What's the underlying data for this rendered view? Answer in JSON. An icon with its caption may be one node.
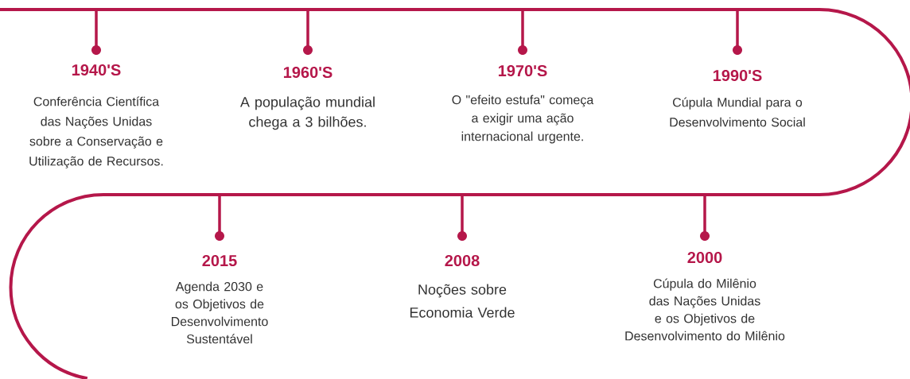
{
  "diagram": {
    "labels": [
      "1940'S",
      "Conferência Científica das Nações Unidas sobre a Conservação e Utilização de Recursos.",
      "1960'S",
      "A população mundial chega a 3 bilhões.",
      "1970'S",
      "O \"efeito estufa\" começa a exigir uma ação internacional urgente.",
      "1990'S",
      "Cúpula Mundial para o Desenvolvimento Social",
      "2015",
      "Agenda 2030 e os Objetivos de Desenvolvimento Sustentável",
      "2008",
      "Noções sobre Economia Verde",
      "2000",
      "Cúpula do Milênio das Nações Unidas e os Objetivos de Desenvolvimento do Milênio"
    ]
  }
}
